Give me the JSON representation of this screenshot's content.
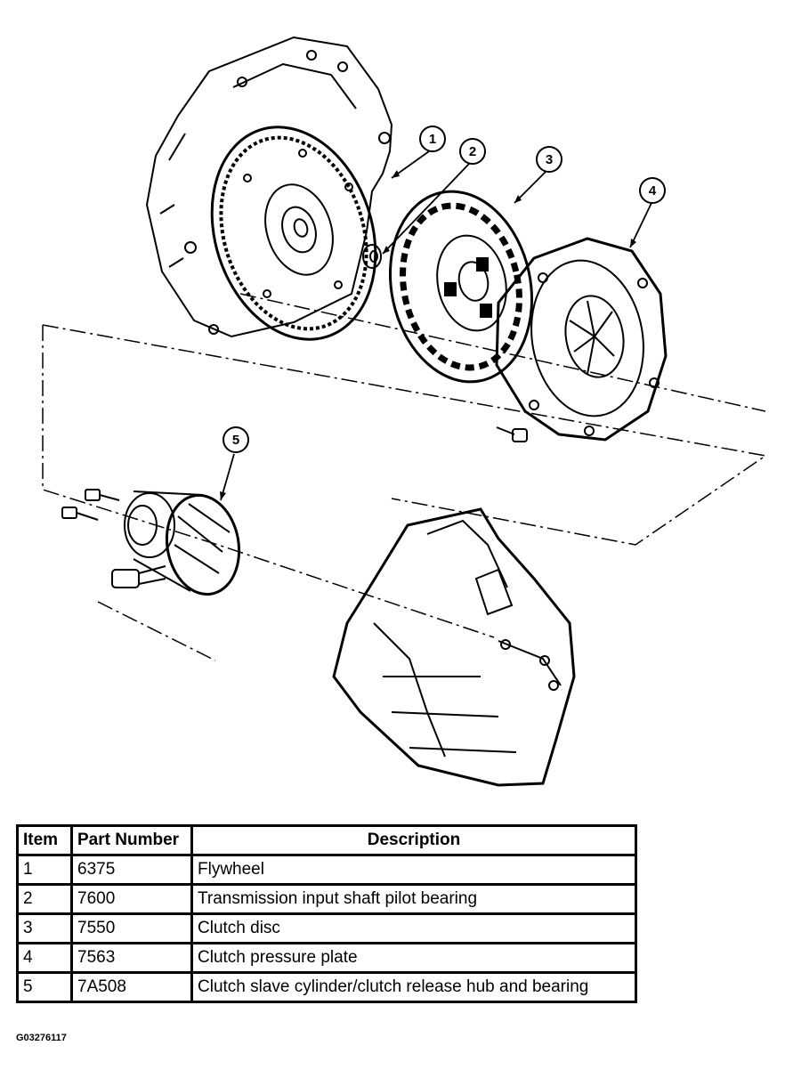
{
  "callouts": [
    "1",
    "2",
    "3",
    "4",
    "5"
  ],
  "table": {
    "headers": {
      "item": "Item",
      "part_number": "Part Number",
      "description": "Description"
    },
    "rows": [
      {
        "item": "1",
        "part_number": "6375",
        "description": "Flywheel"
      },
      {
        "item": "2",
        "part_number": "7600",
        "description": "Transmission input shaft pilot bearing"
      },
      {
        "item": "3",
        "part_number": "7550",
        "description": "Clutch disc"
      },
      {
        "item": "4",
        "part_number": "7563",
        "description": "Clutch pressure plate"
      },
      {
        "item": "5",
        "part_number": "7A508",
        "description": "Clutch slave cylinder/clutch release hub and bearing"
      }
    ]
  },
  "figure_code": "G03276117"
}
